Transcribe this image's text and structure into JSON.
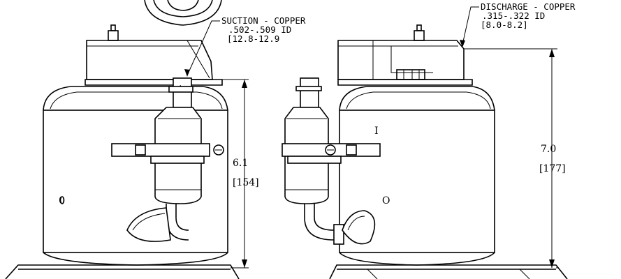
{
  "suction": {
    "title": "SUCTION - COPPER",
    "spec_in": ".502-.509 ID",
    "spec_mm": "[12.8-12.9"
  },
  "discharge": {
    "title": "DISCHARGE - COPPER",
    "spec_in": ".315-.322 ID",
    "spec_mm": "[8.0-8.2]"
  },
  "dimensions": {
    "left_in": "6.1",
    "left_mm": "[154]",
    "right_in": "7.0",
    "right_mm": "[177]"
  },
  "marks": {
    "left_symbol": "0",
    "right_symbol": "O",
    "right_tick": "I"
  }
}
